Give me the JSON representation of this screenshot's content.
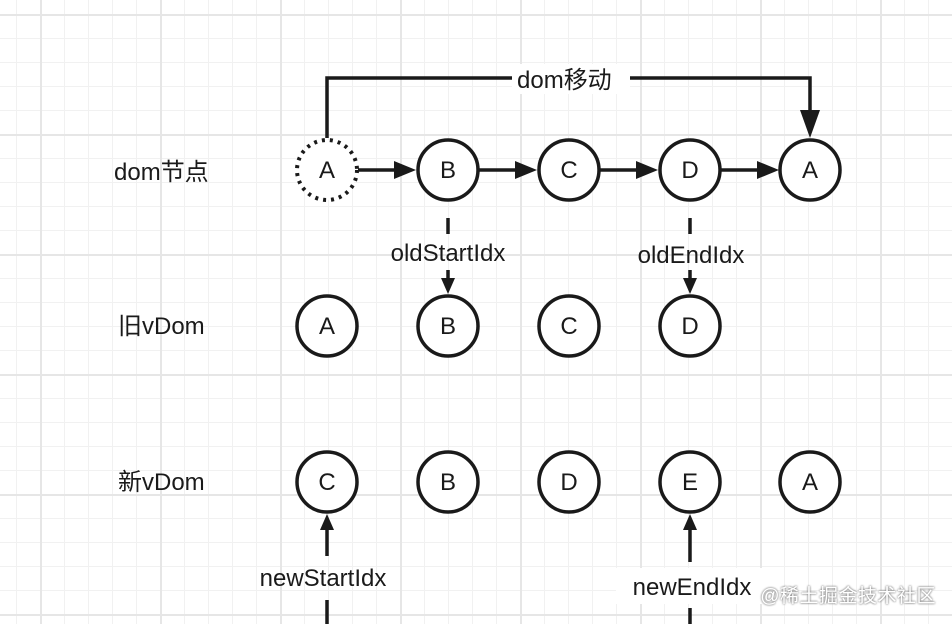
{
  "rows": {
    "dom_label": "dom节点",
    "old_label": "旧vDom",
    "new_label": "新vDom"
  },
  "move_label": "dom移动",
  "dom_nodes": [
    "A",
    "B",
    "C",
    "D",
    "A"
  ],
  "old_nodes": [
    "A",
    "B",
    "C",
    "D"
  ],
  "new_nodes": [
    "C",
    "B",
    "D",
    "E",
    "A"
  ],
  "pointers": {
    "old_start": "oldStartIdx",
    "old_end": "oldEndIdx",
    "new_start": "newStartIdx",
    "new_end": "newEndIdx"
  },
  "watermark": "@稀土掘金技术社区"
}
